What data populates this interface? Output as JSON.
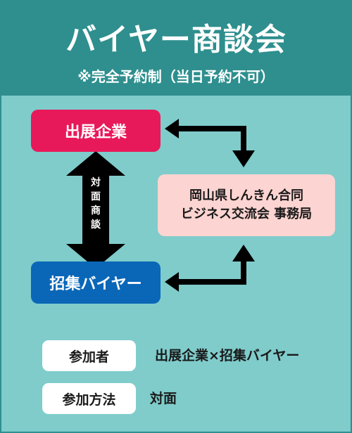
{
  "header": {
    "title": "バイヤー商談会",
    "subtitle": "※完全予約制（当日予約不可）"
  },
  "nodes": {
    "exhibitor": "出展企業",
    "buyer": "招集バイヤー",
    "organizer_line1": "岡山県しんきん合同",
    "organizer_line2": "ビジネス交流会 事務局"
  },
  "vertical_label": [
    "対",
    "面",
    "商",
    "談"
  ],
  "info": {
    "participants_label": "参加者",
    "participants_value": "出展企業×招集バイヤー",
    "method_label": "参加方法",
    "method_value": "対面"
  },
  "colors": {
    "background": "#7fcccb",
    "header": "#2e8f8e",
    "exhibitor": "#e8195a",
    "buyer": "#0a67b8",
    "organizer": "#fcd4d1",
    "arrow": "#000000"
  }
}
